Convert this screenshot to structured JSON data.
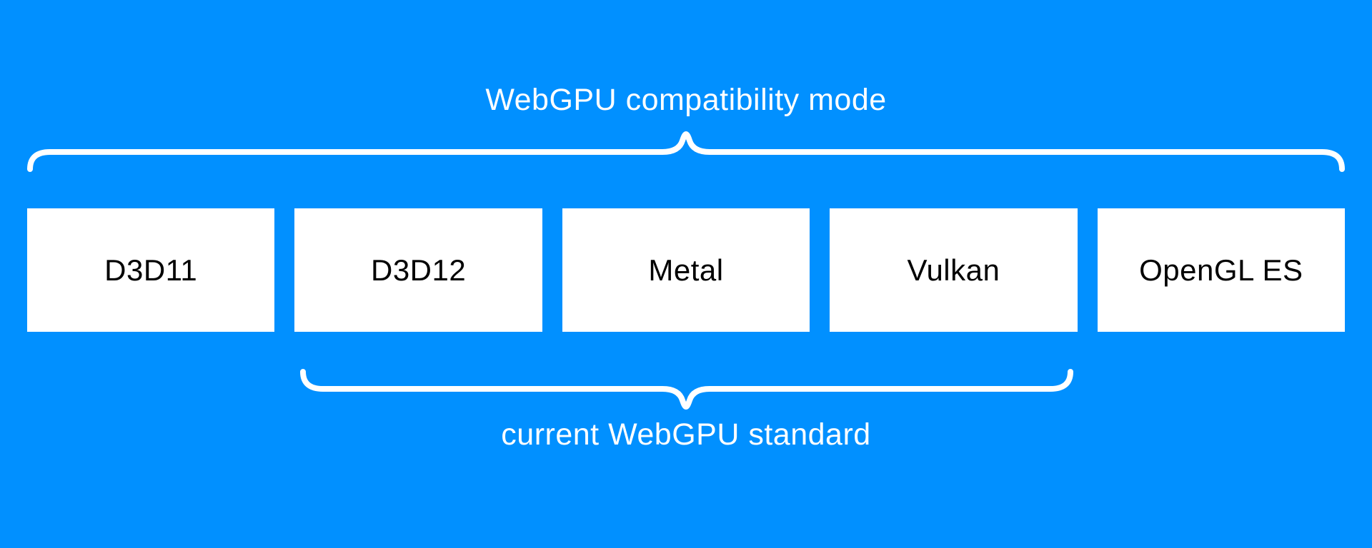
{
  "diagram": {
    "title": "WebGPU compatibility mode",
    "subtitle": "current WebGPU standard",
    "boxes": [
      {
        "label": "D3D11"
      },
      {
        "label": "D3D12"
      },
      {
        "label": "Metal"
      },
      {
        "label": "Vulkan"
      },
      {
        "label": "OpenGL ES"
      }
    ],
    "colors": {
      "background": "#0190ff",
      "box_background": "#ffffff",
      "box_text": "#000000",
      "label_text": "#ffffff",
      "brace": "#ffffff"
    }
  }
}
